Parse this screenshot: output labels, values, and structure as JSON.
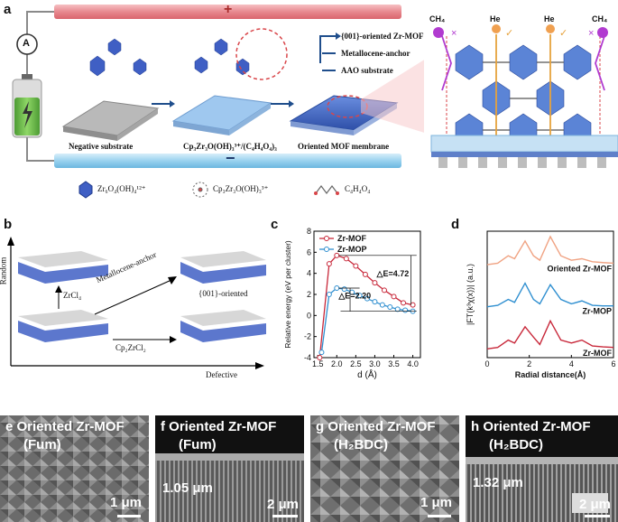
{
  "panel_a": {
    "label": "a",
    "plus_sign": "+",
    "minus_sign": "−",
    "ammeter": "A",
    "stage_labels": [
      "Negative substrate",
      "Cp₃Zr₃O(OH)₃³⁺/(C₄H₄O₄)₃",
      "Oriented MOF membrane"
    ],
    "legend_layers": [
      "{001}-oriented Zr-MOF",
      "Metallocene-anchor",
      "AAO substrate"
    ],
    "gas_labels": [
      "CH₄",
      "He",
      "He",
      "CH₄"
    ],
    "bottom_legend": [
      "Zr₆O₄(OH)₄¹²⁺",
      "Cp₃Zr₃O(OH)₃³⁺",
      "C₄H₄O₄"
    ],
    "colors": {
      "anode": "#e8898f",
      "cathode": "#8ec9ea",
      "battery": "#6cc04a",
      "mof": "#3f5fc4"
    }
  },
  "panel_b": {
    "label": "b",
    "y_axis": "Random",
    "x_axis": "Defective",
    "zrcl4": "ZrCl₄",
    "metallocene": "Metallocene-anchor",
    "oriented": "{001}-oriented",
    "cp2zrcl2": "Cp₂ZrCl₂"
  },
  "panel_c": {
    "label": "c",
    "chart_data": {
      "type": "line",
      "xlabel": "d (Å)",
      "ylabel": "Relative energy (eV per cluster)",
      "xlim": [
        1.4,
        4.2
      ],
      "ylim": [
        -4,
        8
      ],
      "xticks": [
        "1.5",
        "2.0",
        "2.5",
        "3.0",
        "3.5",
        "4.0"
      ],
      "yticks": [
        "-4",
        "-2",
        "0",
        "2",
        "4",
        "6",
        "8"
      ],
      "legend_position": "top-left",
      "series": [
        {
          "name": "Zr-MOF",
          "color": "#c8283a",
          "x": [
            1.55,
            1.8,
            2.0,
            2.25,
            2.5,
            2.75,
            3.0,
            3.25,
            3.5,
            3.75,
            4.0
          ],
          "values": [
            -4.0,
            4.9,
            5.7,
            5.4,
            4.7,
            3.9,
            3.1,
            2.4,
            1.8,
            1.2,
            1.0
          ]
        },
        {
          "name": "Zr-MOP",
          "color": "#2f8fd0",
          "x": [
            1.6,
            1.8,
            2.0,
            2.2,
            2.4,
            2.6,
            2.8,
            3.0,
            3.2,
            3.4,
            3.6,
            3.8,
            4.0
          ],
          "values": [
            -3.5,
            2.0,
            2.6,
            2.5,
            2.2,
            1.9,
            1.6,
            1.3,
            1.0,
            0.8,
            0.6,
            0.5,
            0.4
          ]
        }
      ],
      "annotations": [
        "△E=4.72",
        "△E=2.20"
      ]
    }
  },
  "panel_d": {
    "label": "d",
    "chart_data": {
      "type": "line",
      "xlabel": "Radial distance(Å)",
      "ylabel": "|FT(k³χ(x))| (a.u.)",
      "xlim": [
        0,
        6
      ],
      "xticks": [
        "0",
        "2",
        "4",
        "6"
      ],
      "series": [
        {
          "name": "Oriented Zr-MOF",
          "color": "#f0a383",
          "x": [
            0,
            0.5,
            1.0,
            1.3,
            1.8,
            2.2,
            2.5,
            3.0,
            3.5,
            4.0,
            4.5,
            5.0,
            5.5,
            6.0
          ],
          "values": [
            0.05,
            0.1,
            0.35,
            0.25,
            0.85,
            0.35,
            0.2,
            1.0,
            0.35,
            0.2,
            0.25,
            0.15,
            0.12,
            0.1
          ]
        },
        {
          "name": "Zr-MOP",
          "color": "#2f8fd0",
          "x": [
            0,
            0.5,
            1.0,
            1.3,
            1.8,
            2.2,
            2.5,
            3.0,
            3.5,
            4.0,
            4.5,
            5.0,
            5.5,
            6.0
          ],
          "values": [
            0.05,
            0.1,
            0.3,
            0.2,
            0.85,
            0.3,
            0.15,
            0.8,
            0.3,
            0.15,
            0.25,
            0.1,
            0.08,
            0.08
          ]
        },
        {
          "name": "Zr-MOF",
          "color": "#c8283a",
          "x": [
            0,
            0.5,
            1.0,
            1.3,
            1.8,
            2.2,
            2.5,
            3.0,
            3.5,
            4.0,
            4.5,
            5.0,
            5.5,
            6.0
          ],
          "values": [
            0.05,
            0.1,
            0.35,
            0.25,
            0.8,
            0.45,
            0.2,
            1.0,
            0.35,
            0.25,
            0.35,
            0.15,
            0.12,
            0.1
          ]
        }
      ]
    }
  },
  "sem": [
    {
      "label": "e",
      "title": "Oriented Zr-MOF",
      "sub": "(Fum)",
      "scale": "1 μm",
      "thickness": ""
    },
    {
      "label": "f",
      "title": "Oriented Zr-MOF",
      "sub": "(Fum)",
      "scale": "2 μm",
      "thickness": "1.05 μm"
    },
    {
      "label": "g",
      "title": "Oriented Zr-MOF",
      "sub": "(H₂BDC)",
      "scale": "1 μm",
      "thickness": ""
    },
    {
      "label": "h",
      "title": "Oriented Zr-MOF",
      "sub": "(H₂BDC)",
      "scale": "2 μm",
      "thickness": "1.32 μm"
    }
  ]
}
